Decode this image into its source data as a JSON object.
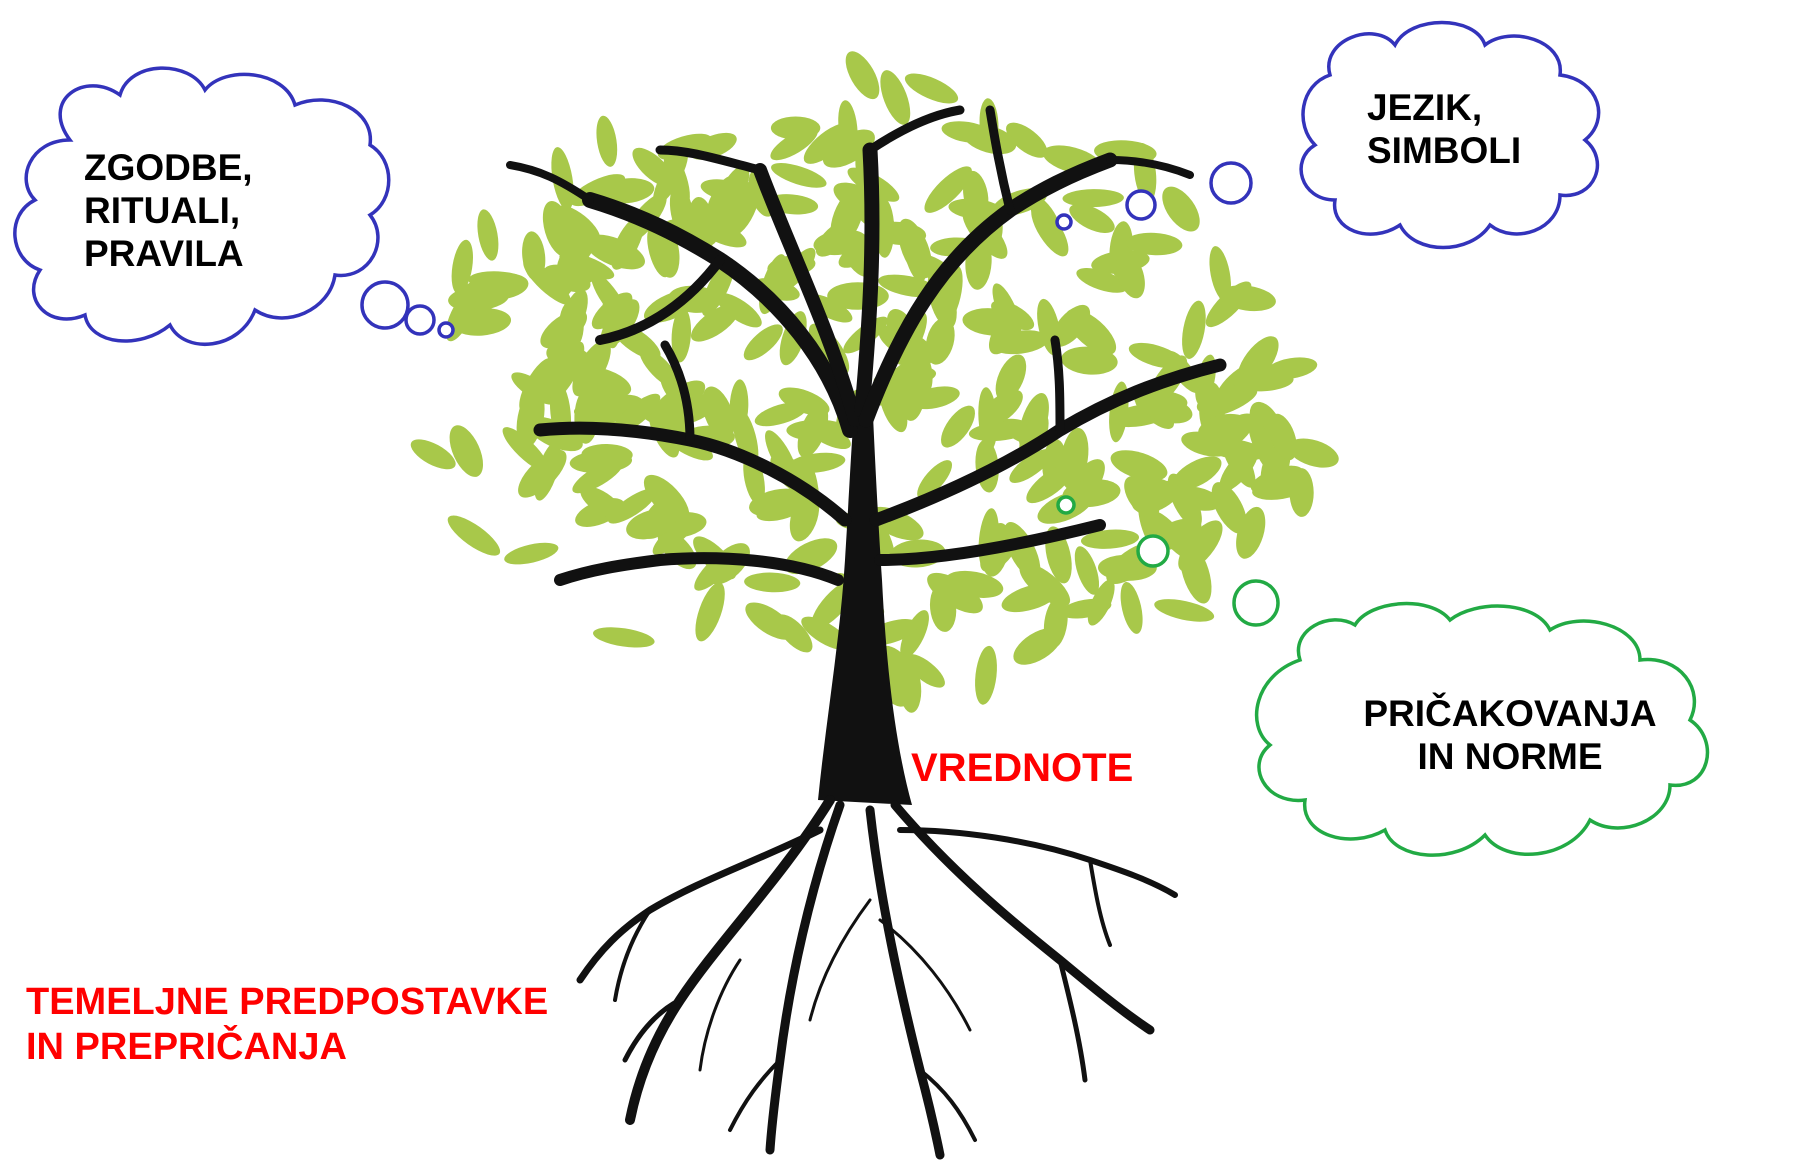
{
  "clouds": {
    "stories": {
      "text": "ZGODBE,\nRITUALI,\nPRAVILA"
    },
    "language": {
      "text": "JEZIK,\nSIMBOLI"
    },
    "expectations": {
      "text": "PRIČAKOVANJA\nIN NORME"
    }
  },
  "labels": {
    "values": "VREDNOTE",
    "assumptions": "TEMELJNE PREDPOSTAVKE\nIN PREPRIČANJA"
  },
  "colors": {
    "cloud_blue": "#3333bb",
    "cloud_green": "#22aa44",
    "label_red": "#ff0000",
    "leaf_green": "#a8c84a",
    "trunk": "#111111"
  },
  "icons": [
    "tree-illustration",
    "thought-cloud",
    "thought-bubble-dot"
  ]
}
